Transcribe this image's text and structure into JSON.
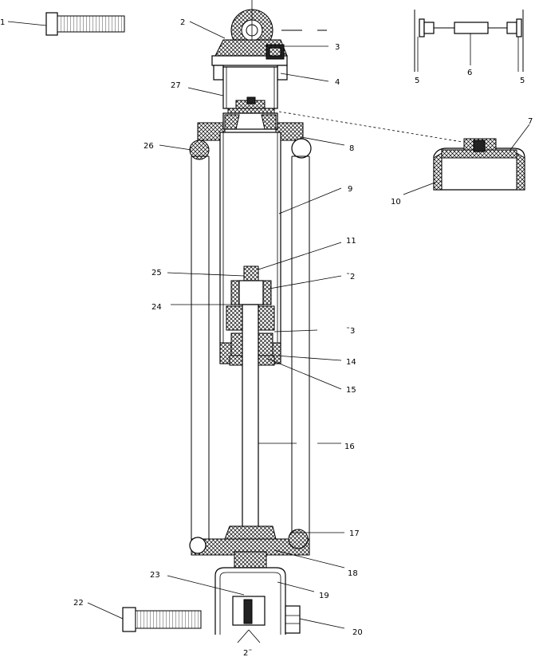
{
  "diagram": {
    "callouts": [
      {
        "id": "1",
        "text": "1"
      },
      {
        "id": "2",
        "text": "2"
      },
      {
        "id": "3",
        "text": "3"
      },
      {
        "id": "4",
        "text": "4"
      },
      {
        "id": "5a",
        "text": "5"
      },
      {
        "id": "6",
        "text": "6"
      },
      {
        "id": "5b",
        "text": "5"
      },
      {
        "id": "27",
        "text": "27"
      },
      {
        "id": "7",
        "text": "7"
      },
      {
        "id": "8",
        "text": "8"
      },
      {
        "id": "26",
        "text": "26"
      },
      {
        "id": "10",
        "text": "10"
      },
      {
        "id": "9",
        "text": "9"
      },
      {
        "id": "11",
        "text": "11"
      },
      {
        "id": "25",
        "text": "25"
      },
      {
        "id": "12",
        "text": "˜2"
      },
      {
        "id": "24",
        "text": "24"
      },
      {
        "id": "13",
        "text": "˜3"
      },
      {
        "id": "14",
        "text": "14"
      },
      {
        "id": "15",
        "text": "15"
      },
      {
        "id": "16",
        "text": "16"
      },
      {
        "id": "17",
        "text": "17"
      },
      {
        "id": "18",
        "text": "18"
      },
      {
        "id": "23",
        "text": "23"
      },
      {
        "id": "19",
        "text": "19"
      },
      {
        "id": "22",
        "text": "22"
      },
      {
        "id": "20",
        "text": "20"
      },
      {
        "id": "21",
        "text": "2˜"
      }
    ]
  }
}
